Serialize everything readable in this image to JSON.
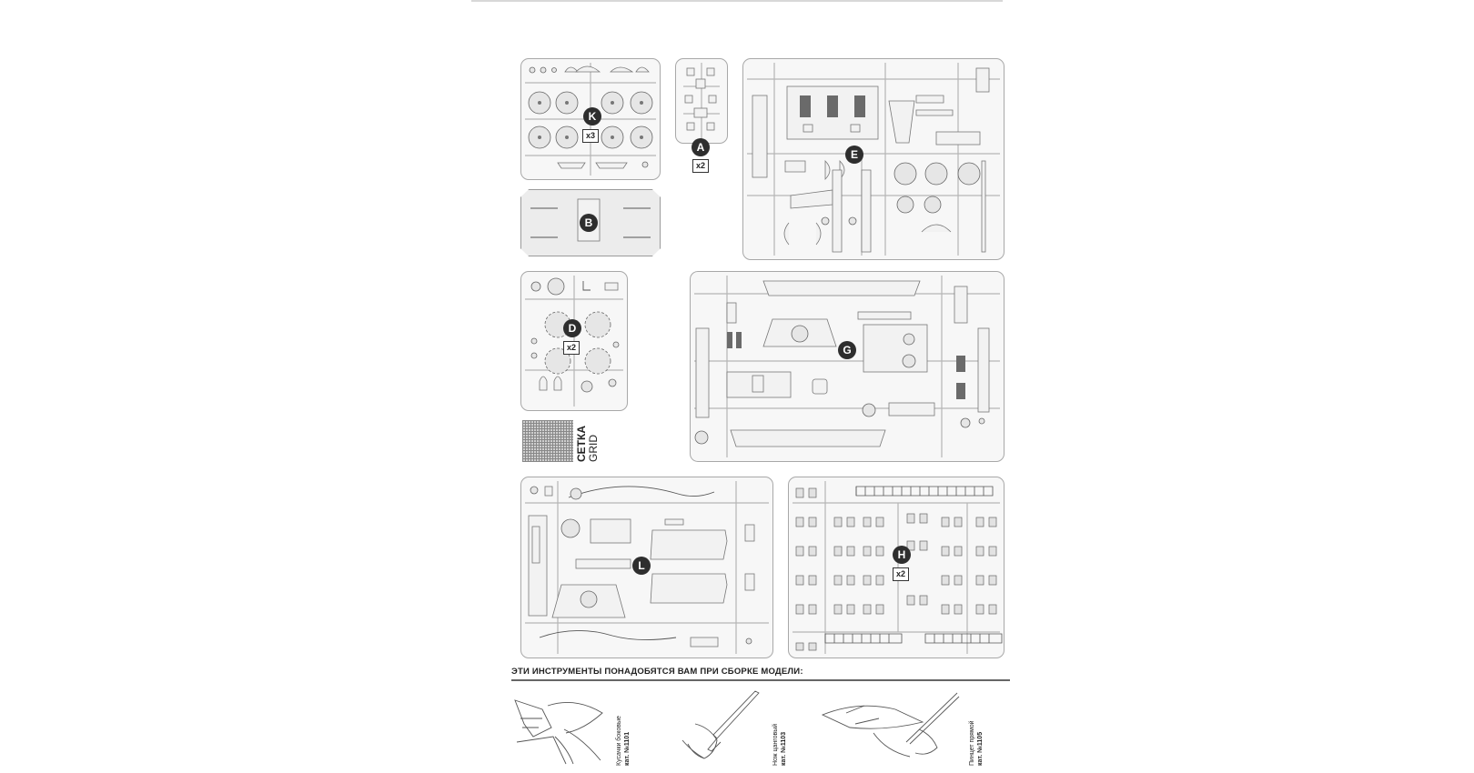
{
  "sprues": [
    {
      "letter": "K",
      "multiplier": "x3"
    },
    {
      "letter": "A",
      "multiplier": "x2"
    },
    {
      "letter": "E",
      "multiplier": ""
    },
    {
      "letter": "B",
      "multiplier": ""
    },
    {
      "letter": "D",
      "multiplier": "x2"
    },
    {
      "letter": "G",
      "multiplier": ""
    },
    {
      "letter": "L",
      "multiplier": ""
    },
    {
      "letter": "H",
      "multiplier": "x2"
    }
  ],
  "grid": {
    "label_ru": "СЕТКА",
    "label_en": "GRID"
  },
  "tools": {
    "title": "ЭТИ ИНСТРУМЕНТЫ ПОНАДОБЯТСЯ ВАМ ПРИ СБОРКЕ МОДЕЛИ:",
    "items": [
      {
        "name": "Кусачки боковые",
        "catalog": "кат. №1101",
        "icon": "side-cutters-icon"
      },
      {
        "name": "Нож цанговый",
        "catalog": "кат. №1103",
        "icon": "hobby-knife-icon"
      },
      {
        "name": "Пинцет прямой",
        "catalog": "кат. №1105",
        "icon": "tweezers-icon"
      }
    ]
  }
}
